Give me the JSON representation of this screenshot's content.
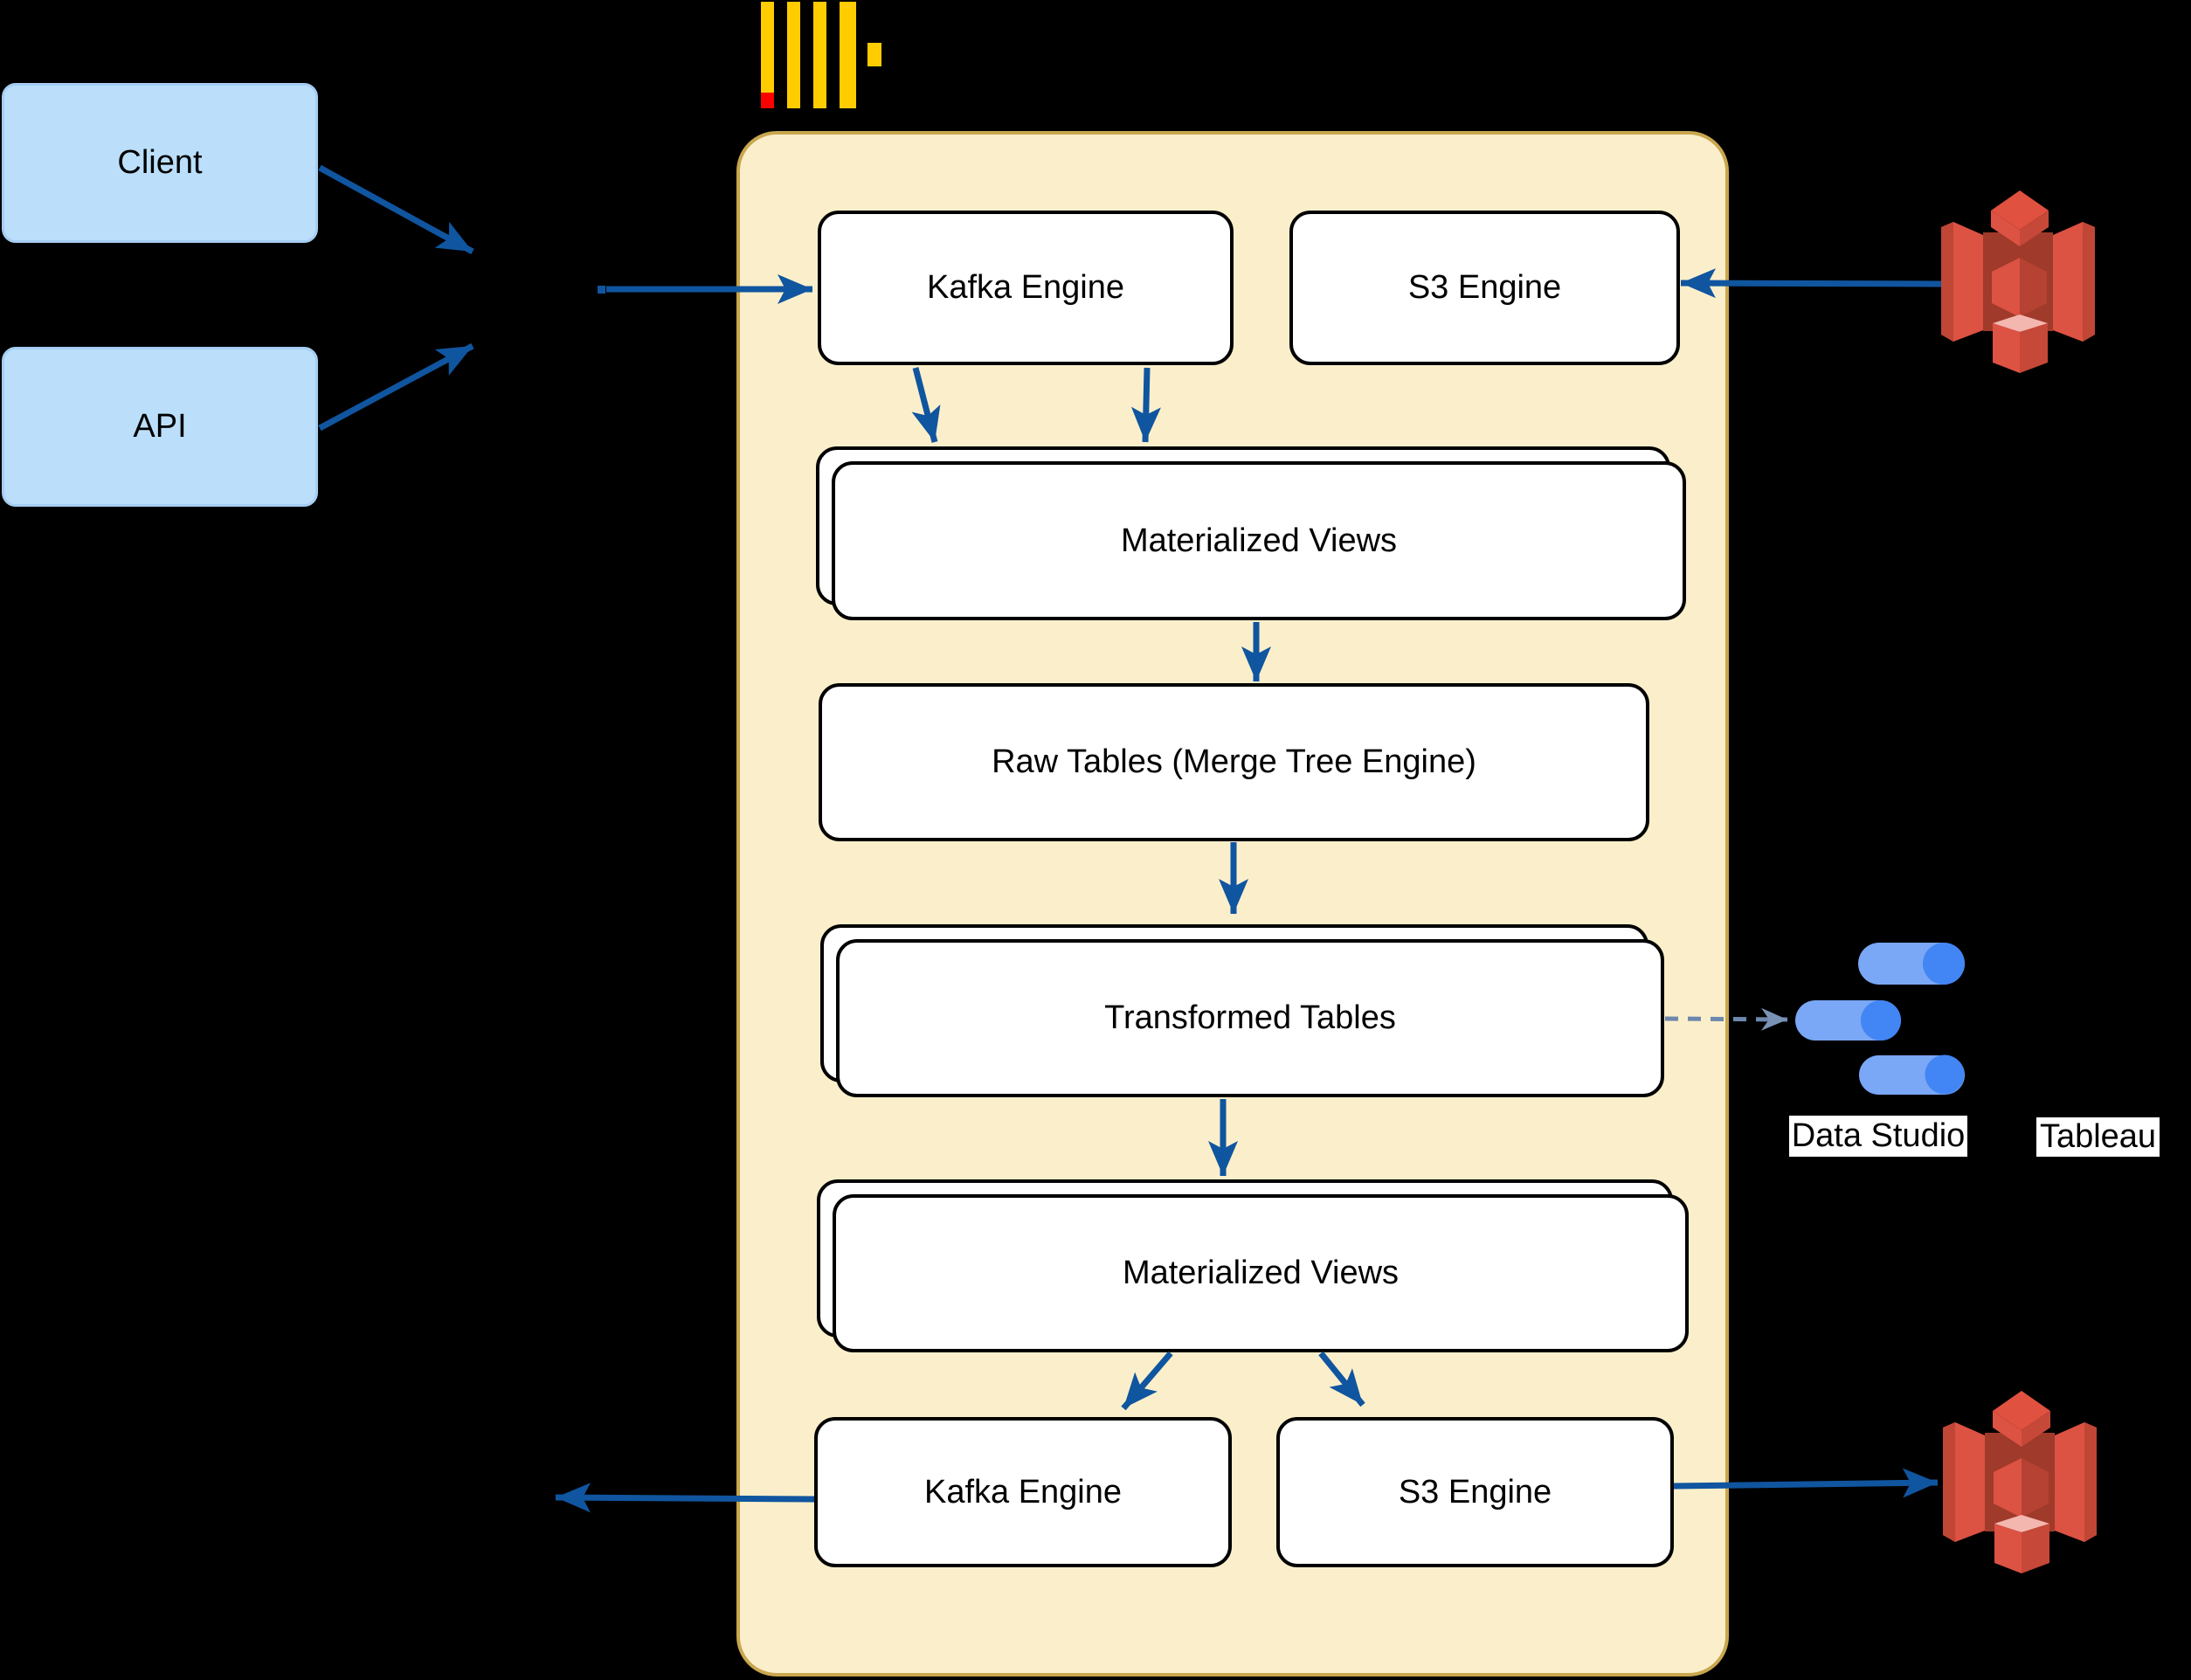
{
  "nodes": {
    "client": "Client",
    "api": "API",
    "kafka_engine_top": "Kafka Engine",
    "s3_engine_top": "S3 Engine",
    "materialized_views_top": "Materialized Views",
    "raw_tables": "Raw Tables (Merge Tree Engine)",
    "transformed_tables": "Transformed Tables",
    "materialized_views_bottom": "Materialized Views",
    "kafka_engine_bottom": "Kafka Engine",
    "s3_engine_bottom": "S3 Engine"
  },
  "bi": {
    "data_studio": "Data Studio",
    "tableau": "Tableau"
  },
  "icons": {
    "logo": "clickhouse-logo",
    "storage_top": "aws-s3-icon",
    "storage_bottom": "aws-s3-icon",
    "bi_tool": "google-data-studio-icon"
  },
  "colors": {
    "background": "#000000",
    "arrow_blue": "#10559F",
    "dashed_arrow": "#6E88AD",
    "container_fill": "#FBEFCB",
    "container_border": "#C9A64E",
    "source_fill": "#BBDFFB",
    "source_border": "#A6CDF2",
    "node_fill": "#FFFFFF",
    "node_border": "#000000",
    "clickhouse_yellow": "#FFCC00",
    "clickhouse_red": "#FB0100",
    "s3_red": "#DC5243",
    "data_studio_blue": "#4285F4",
    "data_studio_light_blue": "#7AA7F6"
  }
}
